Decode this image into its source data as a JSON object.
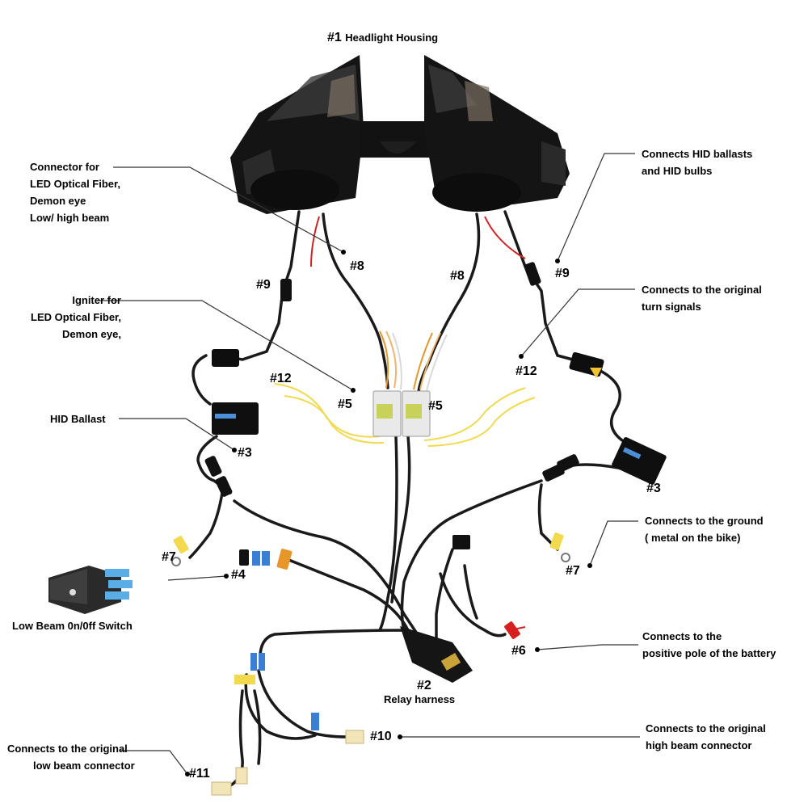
{
  "title": {
    "number": "#1",
    "text": "Headlight Housing"
  },
  "callouts": {
    "n2": "#2",
    "n3_left": "#3",
    "n3_right": "#3",
    "n4": "#4",
    "n5_left": "#5",
    "n5_right": "#5",
    "n6": "#6",
    "n7_left": "#7",
    "n7_right": "#7",
    "n8_left": "#8",
    "n8_right": "#8",
    "n9_left": "#9",
    "n9_right": "#9",
    "n10": "#10",
    "n11": "#11",
    "n12_left": "#12",
    "n12_right": "#12"
  },
  "labels": {
    "connector_optical": [
      "Connector for",
      "LED Optical Fiber,",
      "Demon eye",
      "Low/ high beam"
    ],
    "igniter": [
      "Igniter for",
      "LED Optical Fiber,",
      "Demon eye,"
    ],
    "hid_ballast": "HID Ballast",
    "low_beam_switch": "Low Beam 0n/0ff Switch",
    "low_beam_connector": [
      "Connects to the original",
      "low beam connector"
    ],
    "relay_harness": "Relay harness",
    "hid_ballasts_bulbs": [
      "Connects HID ballasts",
      "and HID bulbs"
    ],
    "turn_signals": [
      "Connects to the original",
      "turn signals"
    ],
    "ground": [
      "Connects to the ground",
      "( metal on the bike)"
    ],
    "battery": [
      "Connects to the",
      "positive pole of the battery"
    ],
    "high_beam_connector": [
      "Connects to the original",
      "high beam connector"
    ]
  },
  "colors": {
    "housing": "#151515",
    "wire": "#1a1a1a",
    "orange": "#e8962a",
    "yellow": "#f2d94e",
    "red": "#d62020",
    "blue": "#3a7fd6",
    "ballast_label": "#4a8fd8",
    "switch_blue": "#5aaee8"
  }
}
